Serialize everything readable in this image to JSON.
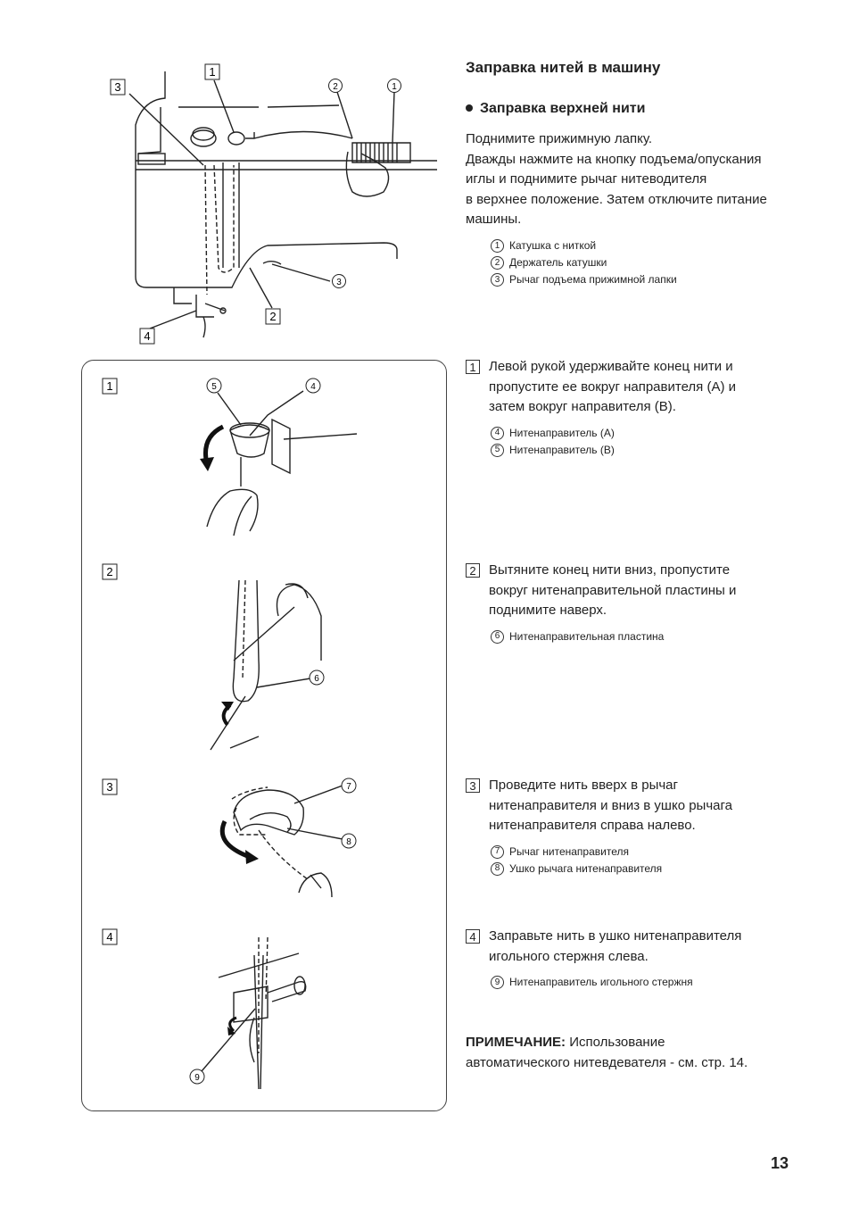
{
  "title": "Заправка нитей в машину",
  "subtitle": "Заправка верхней нити",
  "intro": [
    "Поднимите прижимную лапку.",
    "Дважды нажмите на кнопку подъема/опускания",
    "иглы и поднимите рычаг нитеводителя",
    "в верхнее положение. Затем  отключите питание",
    "машины."
  ],
  "intro_legend": [
    {
      "num": "1",
      "label": "Катушка с ниткой"
    },
    {
      "num": "2",
      "label": "Держатель катушки"
    },
    {
      "num": "3",
      "label": "Рычаг подъема прижимной лапки"
    }
  ],
  "steps": [
    {
      "num": "1",
      "lines": [
        "Левой рукой удерживайте конец нити и",
        "пропустите ее вокруг направителя (A) и",
        "затем вокруг направителя (B)."
      ],
      "legend": [
        {
          "num": "4",
          "label": "Нитенаправитель (A)"
        },
        {
          "num": "5",
          "label": "Нитенаправитель (B)"
        }
      ]
    },
    {
      "num": "2",
      "lines": [
        "Вытяните конец нити вниз, пропустите",
        "вокруг нитенаправительной пластины и",
        "поднимите наверх."
      ],
      "legend": [
        {
          "num": "6",
          "label": "Нитенаправительная пластина"
        }
      ]
    },
    {
      "num": "3",
      "lines": [
        "Проведите нить вверх в рычаг",
        "нитенаправителя и вниз в ушко рычага",
        "нитенаправителя справа налево."
      ],
      "legend": [
        {
          "num": "7",
          "label": "Рычаг нитенаправителя"
        },
        {
          "num": "8",
          "label": "Ушко рычага нитенаправителя"
        }
      ]
    },
    {
      "num": "4",
      "lines": [
        "Заправьте нить в ушко нитенаправителя",
        "игольного стержня слева."
      ],
      "legend": [
        {
          "num": "9",
          "label": "Нитенаправитель игольного стержня"
        }
      ]
    }
  ],
  "note": {
    "label": "ПРИМЕЧАНИЕ:",
    "text": " Использование",
    "line2": "автоматического нитевдевателя  - см. стр. 14."
  },
  "figure_labels": {
    "main": {
      "sq1": "1",
      "sq2": "2",
      "sq3": "3",
      "sq4": "4",
      "c1": "1",
      "c2": "2",
      "c3": "3"
    },
    "fig1": {
      "step": "1",
      "c5": "5",
      "c4": "4"
    },
    "fig2": {
      "step": "2",
      "c6": "6"
    },
    "fig3": {
      "step": "3",
      "c7": "7",
      "c8": "8"
    },
    "fig4": {
      "step": "4",
      "c9": "9"
    }
  },
  "page_number": "13"
}
